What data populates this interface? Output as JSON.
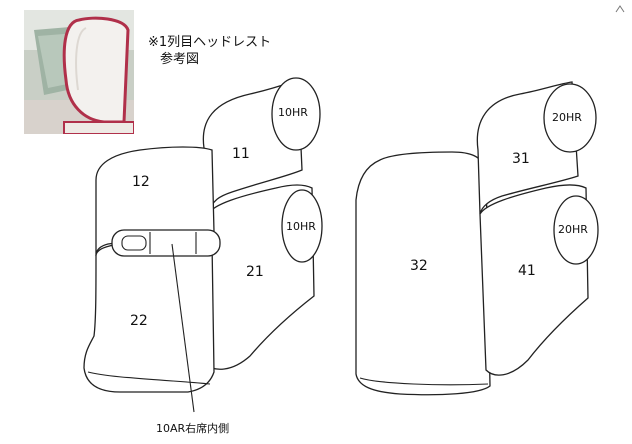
{
  "note": {
    "line1": "※1列目ヘッドレスト",
    "line2": "参考図"
  },
  "labels": {
    "p11": "11",
    "p12": "12",
    "p21": "21",
    "p22": "22",
    "p31": "31",
    "p32": "32",
    "p41": "41",
    "hr_front_upper": "10HR",
    "hr_front_lower": "10HR",
    "hr_rear_upper": "20HR",
    "hr_rear_lower": "20HR",
    "armrest_caption": "10AR右席内側"
  },
  "colors": {
    "line": "#222222",
    "photo_trim": "#b0304a"
  }
}
